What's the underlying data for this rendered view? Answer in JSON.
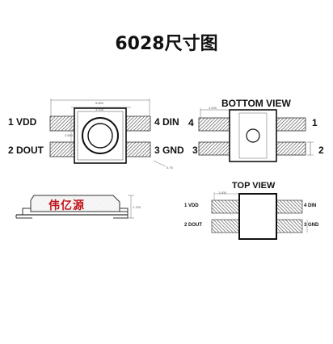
{
  "title": "6028尺寸图",
  "left_view": {
    "pins": {
      "p1": "1 VDD",
      "p2": "2 DOUT",
      "p3": "3 GND",
      "p4": "4 DIN"
    },
    "dim_top_outer": "5.800",
    "dim_top_inner": "3.200",
    "dim_side": "2.800",
    "note": "0.75"
  },
  "bottom_view": {
    "title": "BOTTOM VIEW",
    "pin_tl": "4",
    "pin_bl": "3",
    "pin_tr": "1",
    "pin_br": "2",
    "dim": "1.000"
  },
  "side_view": {
    "watermark": "伟亿源",
    "dim": "1.700"
  },
  "top_view": {
    "title": "TOP VIEW",
    "pins": {
      "p1": "1 VDD",
      "p2": "2 DOUT",
      "p3": "3 GND",
      "p4": "4 DIN"
    },
    "dim": "1.000"
  }
}
